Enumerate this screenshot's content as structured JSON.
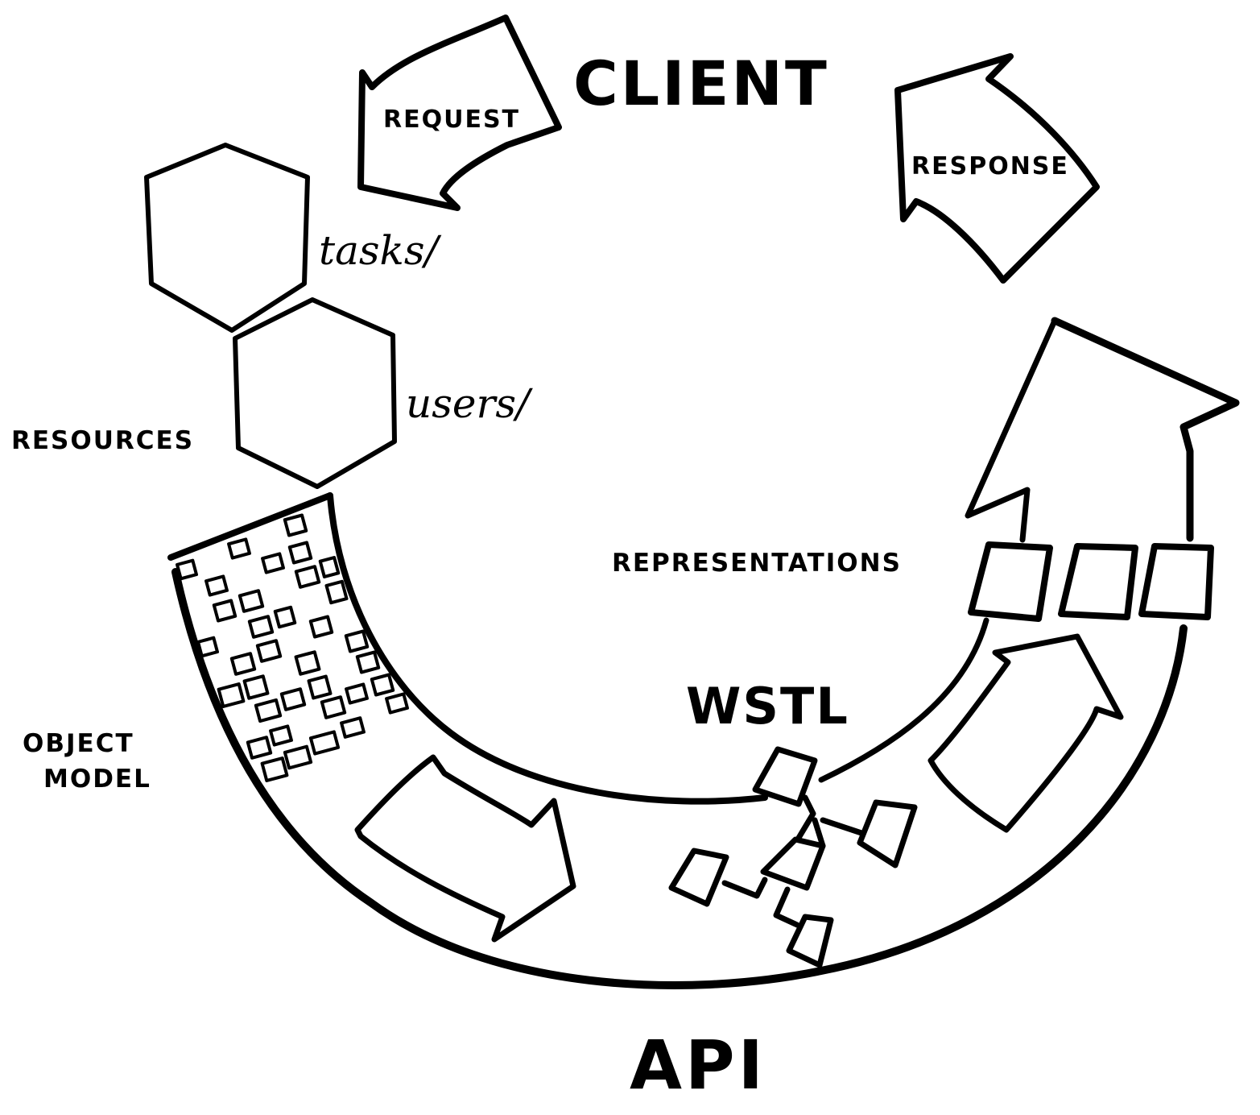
{
  "title": "CLIENT",
  "bottom_title": "API",
  "request_label": "REQUEST",
  "response_label": "RESPONSE",
  "resources_label": "RESOURCES",
  "resource_items": [
    "tasks/",
    "users/"
  ],
  "object_model_label": [
    "OBJECT",
    "MODEL"
  ],
  "representations_label": "REPRESENTATIONS",
  "wstl_label": "WSTL",
  "ink_color": "#000000",
  "background_color": "#ffffff"
}
